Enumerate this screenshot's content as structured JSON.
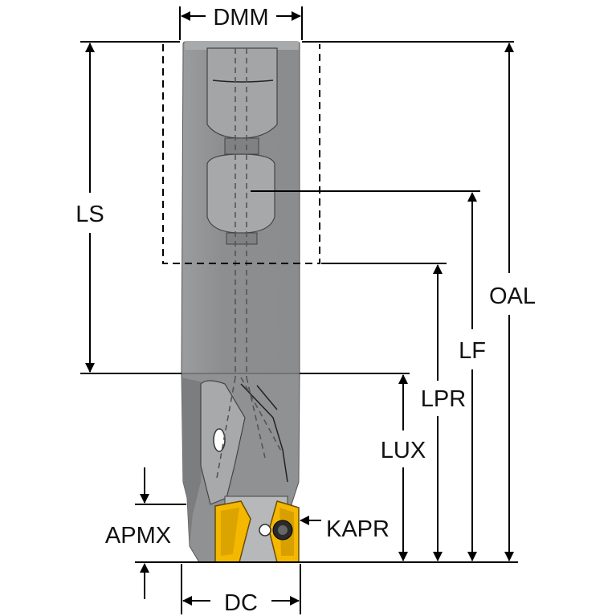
{
  "diagram": {
    "labels": {
      "dmm": "DMM",
      "ls": "LS",
      "oal": "OAL",
      "lf": "LF",
      "lpr": "LPR",
      "lux": "LUX",
      "apmx": "APMX",
      "kapr": "KAPR",
      "dc": "DC"
    },
    "colors": {
      "tool_body": "#8e9092",
      "tool_shadow": "#6f7173",
      "tool_highlight": "#b9bbbd",
      "insert": "#f5b800",
      "insert_dark": "#a87c00",
      "line": "#000000"
    }
  }
}
